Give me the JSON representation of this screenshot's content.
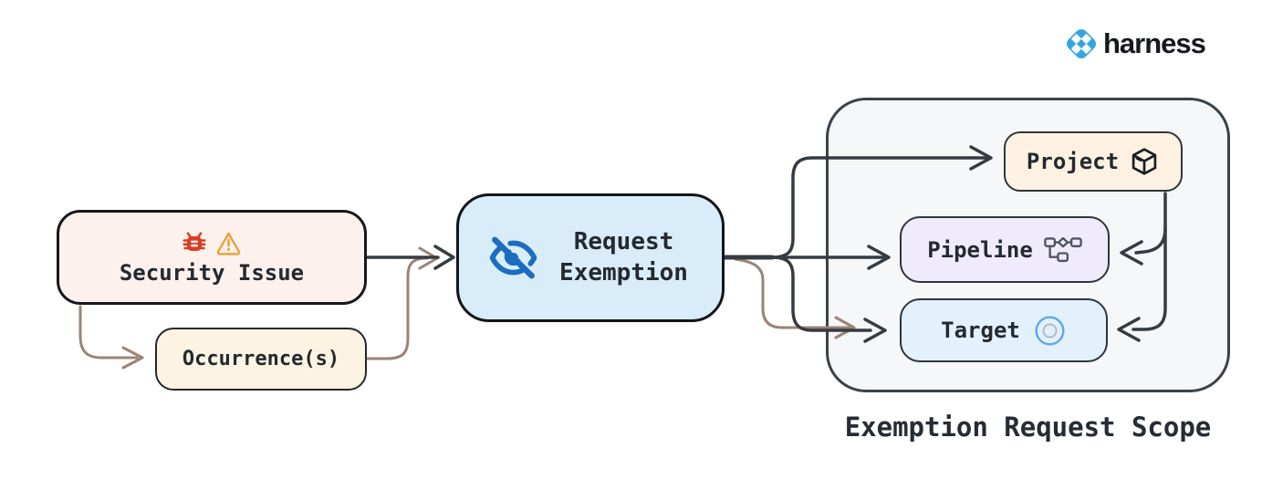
{
  "brand": {
    "wordmark": "harness",
    "logo_icon": "harness-diamond-icon",
    "logo_color": "#33a6e2"
  },
  "flow": {
    "security_issue": {
      "label": "Security Issue",
      "icons": [
        "bug-icon",
        "warning-icon"
      ]
    },
    "occurrences": {
      "label": "Occurrence(s)"
    },
    "request_exemption": {
      "label": "Request Exemption",
      "icon": "eye-off-icon"
    }
  },
  "scope": {
    "title": "Exemption Request Scope",
    "items": [
      {
        "label": "Project",
        "icon": "cube-icon"
      },
      {
        "label": "Pipeline",
        "icon": "pipeline-icon"
      },
      {
        "label": "Target",
        "icon": "target-icon"
      }
    ]
  },
  "edges": [
    {
      "from": "security-issue",
      "to": "request-exemption",
      "color": "dark"
    },
    {
      "from": "security-issue",
      "to": "occurrences",
      "color": "brown"
    },
    {
      "from": "occurrences",
      "to": "request-exemption",
      "color": "brown"
    },
    {
      "from": "request-exemption",
      "to": "project",
      "color": "dark"
    },
    {
      "from": "request-exemption",
      "to": "pipeline",
      "color": "dark"
    },
    {
      "from": "request-exemption",
      "to": "target",
      "color": "dark"
    },
    {
      "from": "occurrences",
      "to": "target",
      "color": "brown"
    },
    {
      "from": "project",
      "to": "pipeline",
      "color": "dark"
    },
    {
      "from": "project",
      "to": "target",
      "color": "dark"
    }
  ],
  "colors": {
    "security_fill": "#fdf1ee",
    "occurrence_fill": "#fdf3e2",
    "exemption_fill": "#d9ecf9",
    "scope_fill": "#f5f7f9",
    "project_fill": "#fdf2e2",
    "pipeline_fill": "#f0ebfa",
    "target_fill": "#e2f1fc",
    "arrow_dark": "#343b42",
    "arrow_brown": "#9b8376",
    "bug_red": "#dc3d20",
    "warning_orange": "#e9a23c",
    "eye_blue": "#1b6dc1",
    "target_ring_blue": "#5aa7f0",
    "harness_blue": "#33a6e2"
  }
}
